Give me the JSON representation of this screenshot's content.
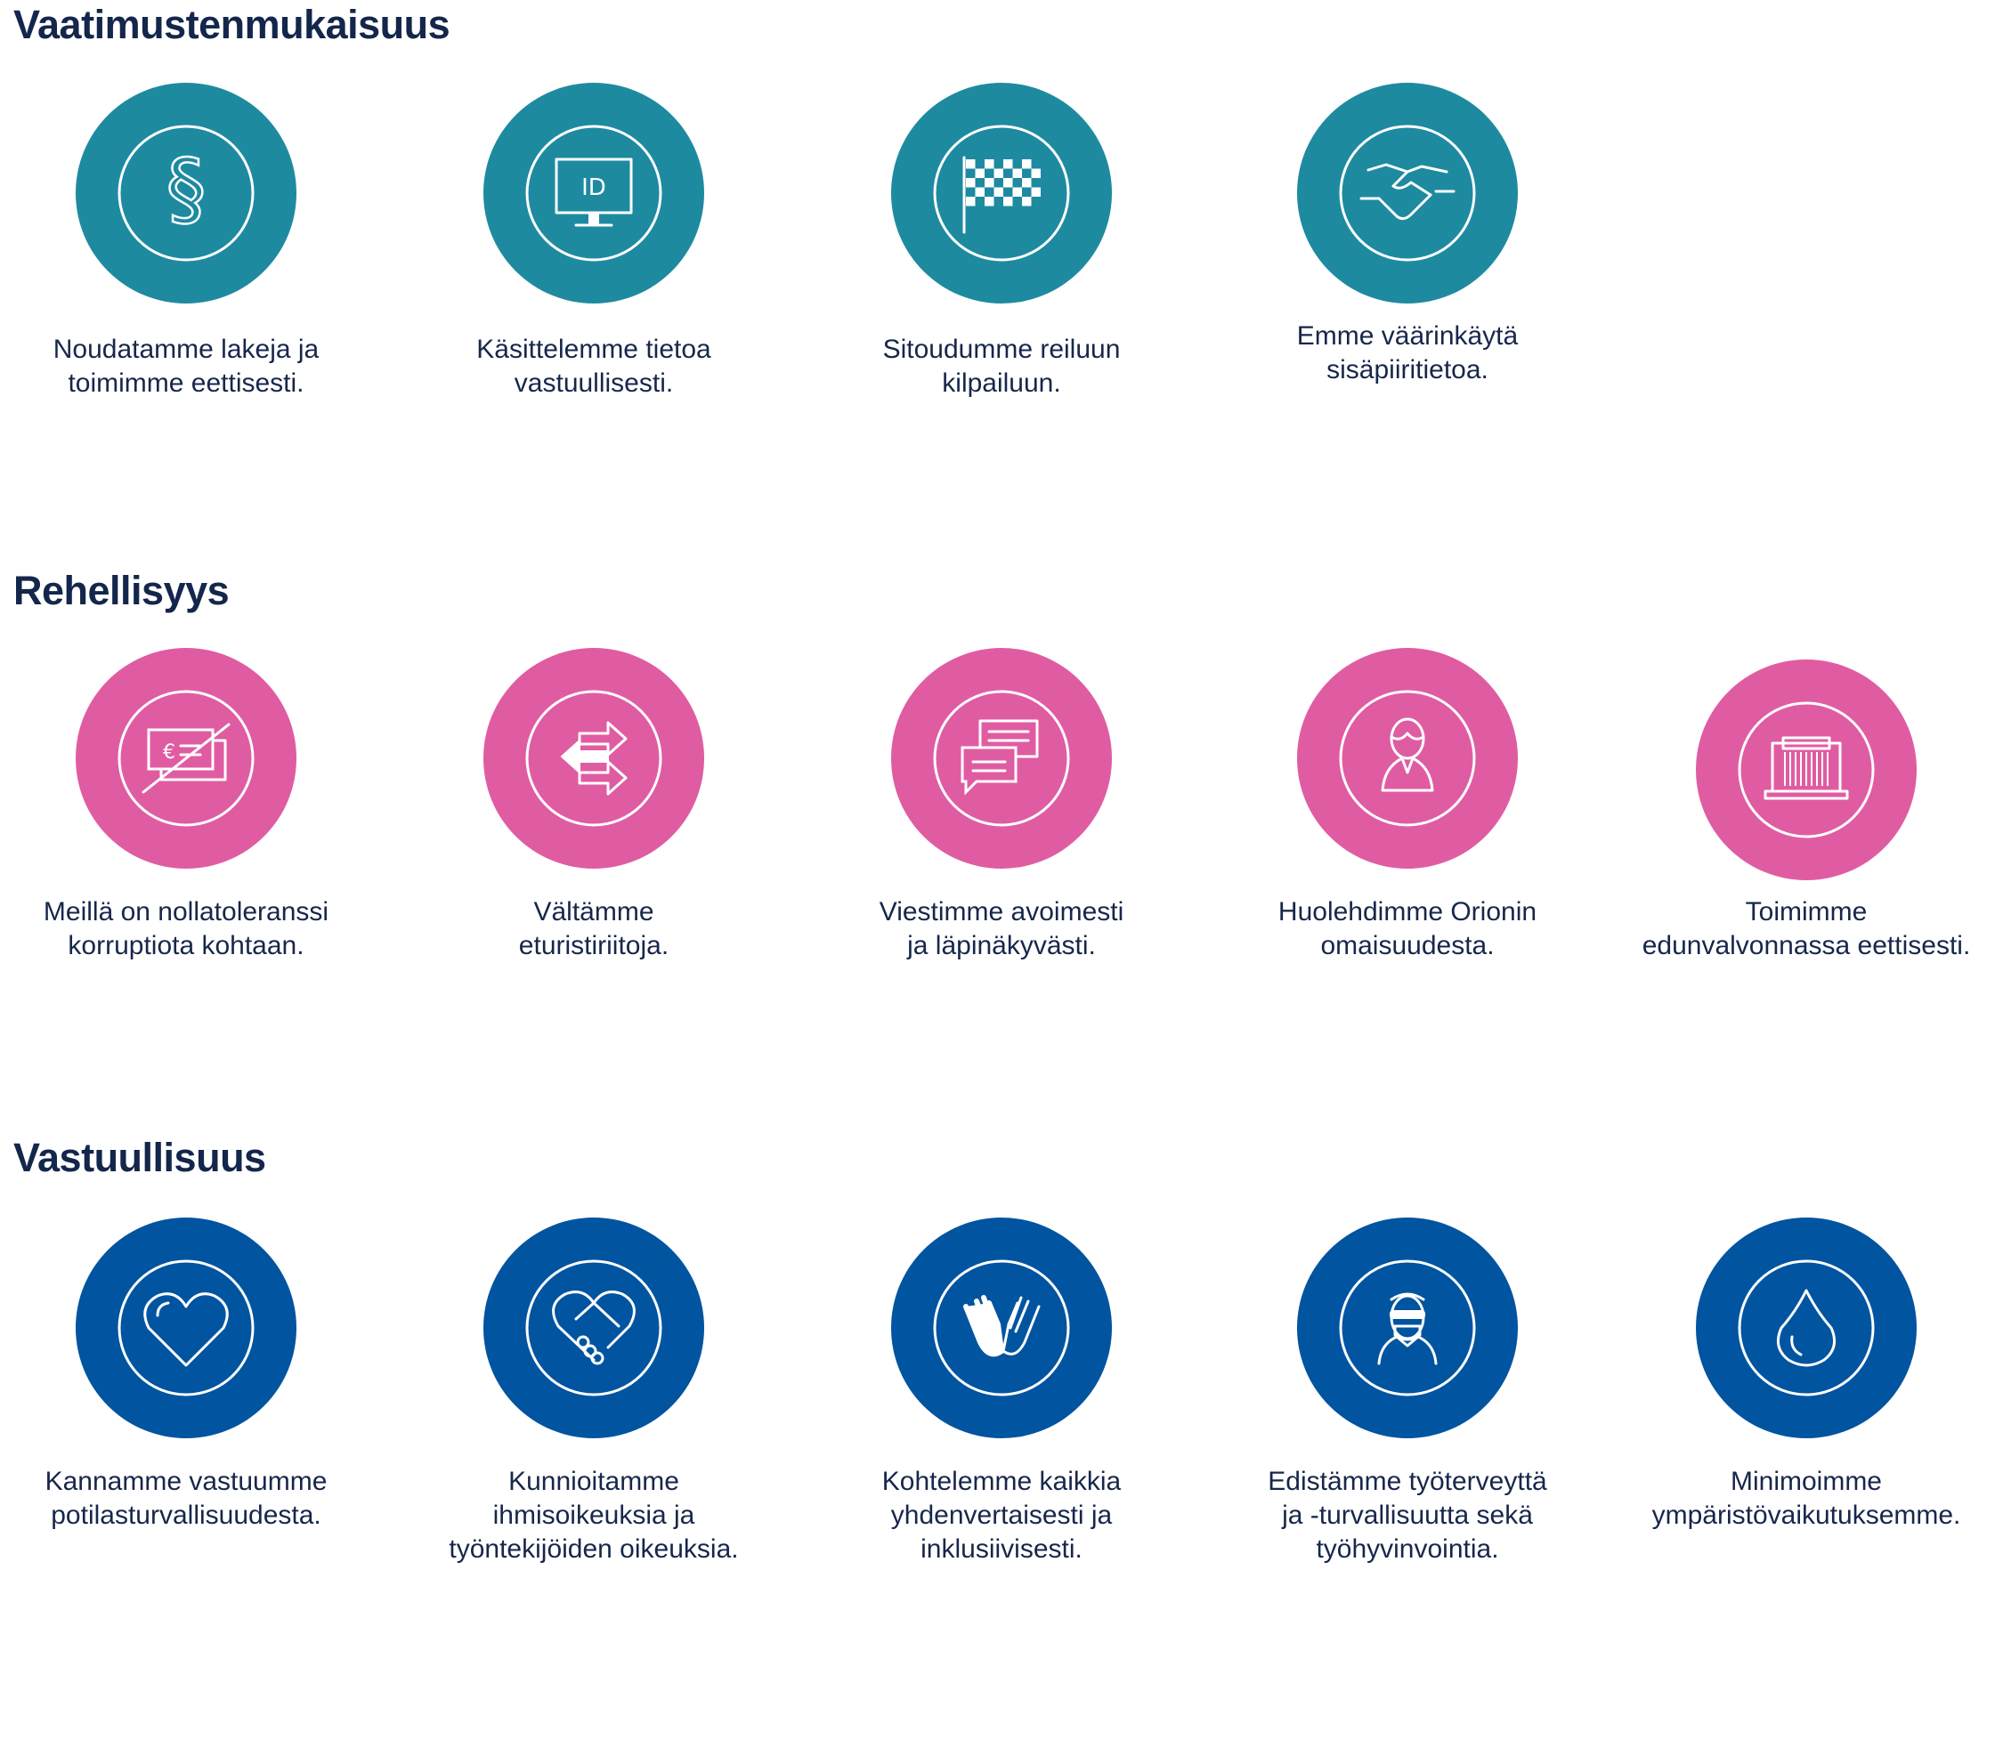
{
  "colors": {
    "compliance": "#1e8aa0",
    "honesty": "#e05ca2",
    "responsibility": "#0054a0",
    "text": "#17274b"
  },
  "sections": [
    {
      "title": "Vaatimustenmukaisuus",
      "items": [
        {
          "icon": "paragraph-icon",
          "lines": [
            "Noudatamme lakeja ja",
            "toimimme eettisesti."
          ]
        },
        {
          "icon": "id-monitor-icon",
          "lines": [
            "Käsittelemme tietoa",
            "vastuullisesti."
          ]
        },
        {
          "icon": "checkered-flag-icon",
          "lines": [
            "Sitoudumme reiluun",
            "kilpailuun."
          ]
        },
        {
          "icon": "handshake-icon",
          "lines": [
            "Emme väärinkäytä",
            "sisäpiiritietoa."
          ]
        }
      ]
    },
    {
      "title": "Rehellisyys",
      "items": [
        {
          "icon": "no-bribe-money-icon",
          "lines": [
            "Meillä on nollatoleranssi",
            "korruptiota kohtaan."
          ]
        },
        {
          "icon": "conflict-arrows-icon",
          "lines": [
            "Vältämme",
            "eturistiriitoja."
          ]
        },
        {
          "icon": "chat-bubbles-icon",
          "lines": [
            "Viestimme avoimesti",
            "ja läpinäkyvästi."
          ]
        },
        {
          "icon": "person-icon",
          "lines": [
            "Huolehdimme Orionin",
            "omaisuudesta."
          ]
        },
        {
          "icon": "parliament-building-icon",
          "lines": [
            "Toimimme",
            "edunvalvonnassa eettisesti."
          ]
        }
      ]
    },
    {
      "title": "Vastuullisuus",
      "items": [
        {
          "icon": "heart-icon",
          "lines": [
            "Kannamme vastuumme",
            "potilasturvallisuudesta."
          ]
        },
        {
          "icon": "heart-handshake-icon",
          "lines": [
            "Kunnioitamme",
            "ihmisoikeuksia ja",
            "työntekijöiden oikeuksia."
          ]
        },
        {
          "icon": "hands-icon",
          "lines": [
            "Kohtelemme kaikkia",
            "yhdenvertaisesti ja",
            "inklusiivisesti."
          ]
        },
        {
          "icon": "safety-worker-icon",
          "lines": [
            "Edistämme työterveyttä",
            "ja -turvallisuutta sekä",
            "työhyvinvointia."
          ]
        },
        {
          "icon": "water-drop-icon",
          "lines": [
            "Minimoimme",
            "ympäristövaikutuksemme."
          ]
        }
      ]
    }
  ]
}
